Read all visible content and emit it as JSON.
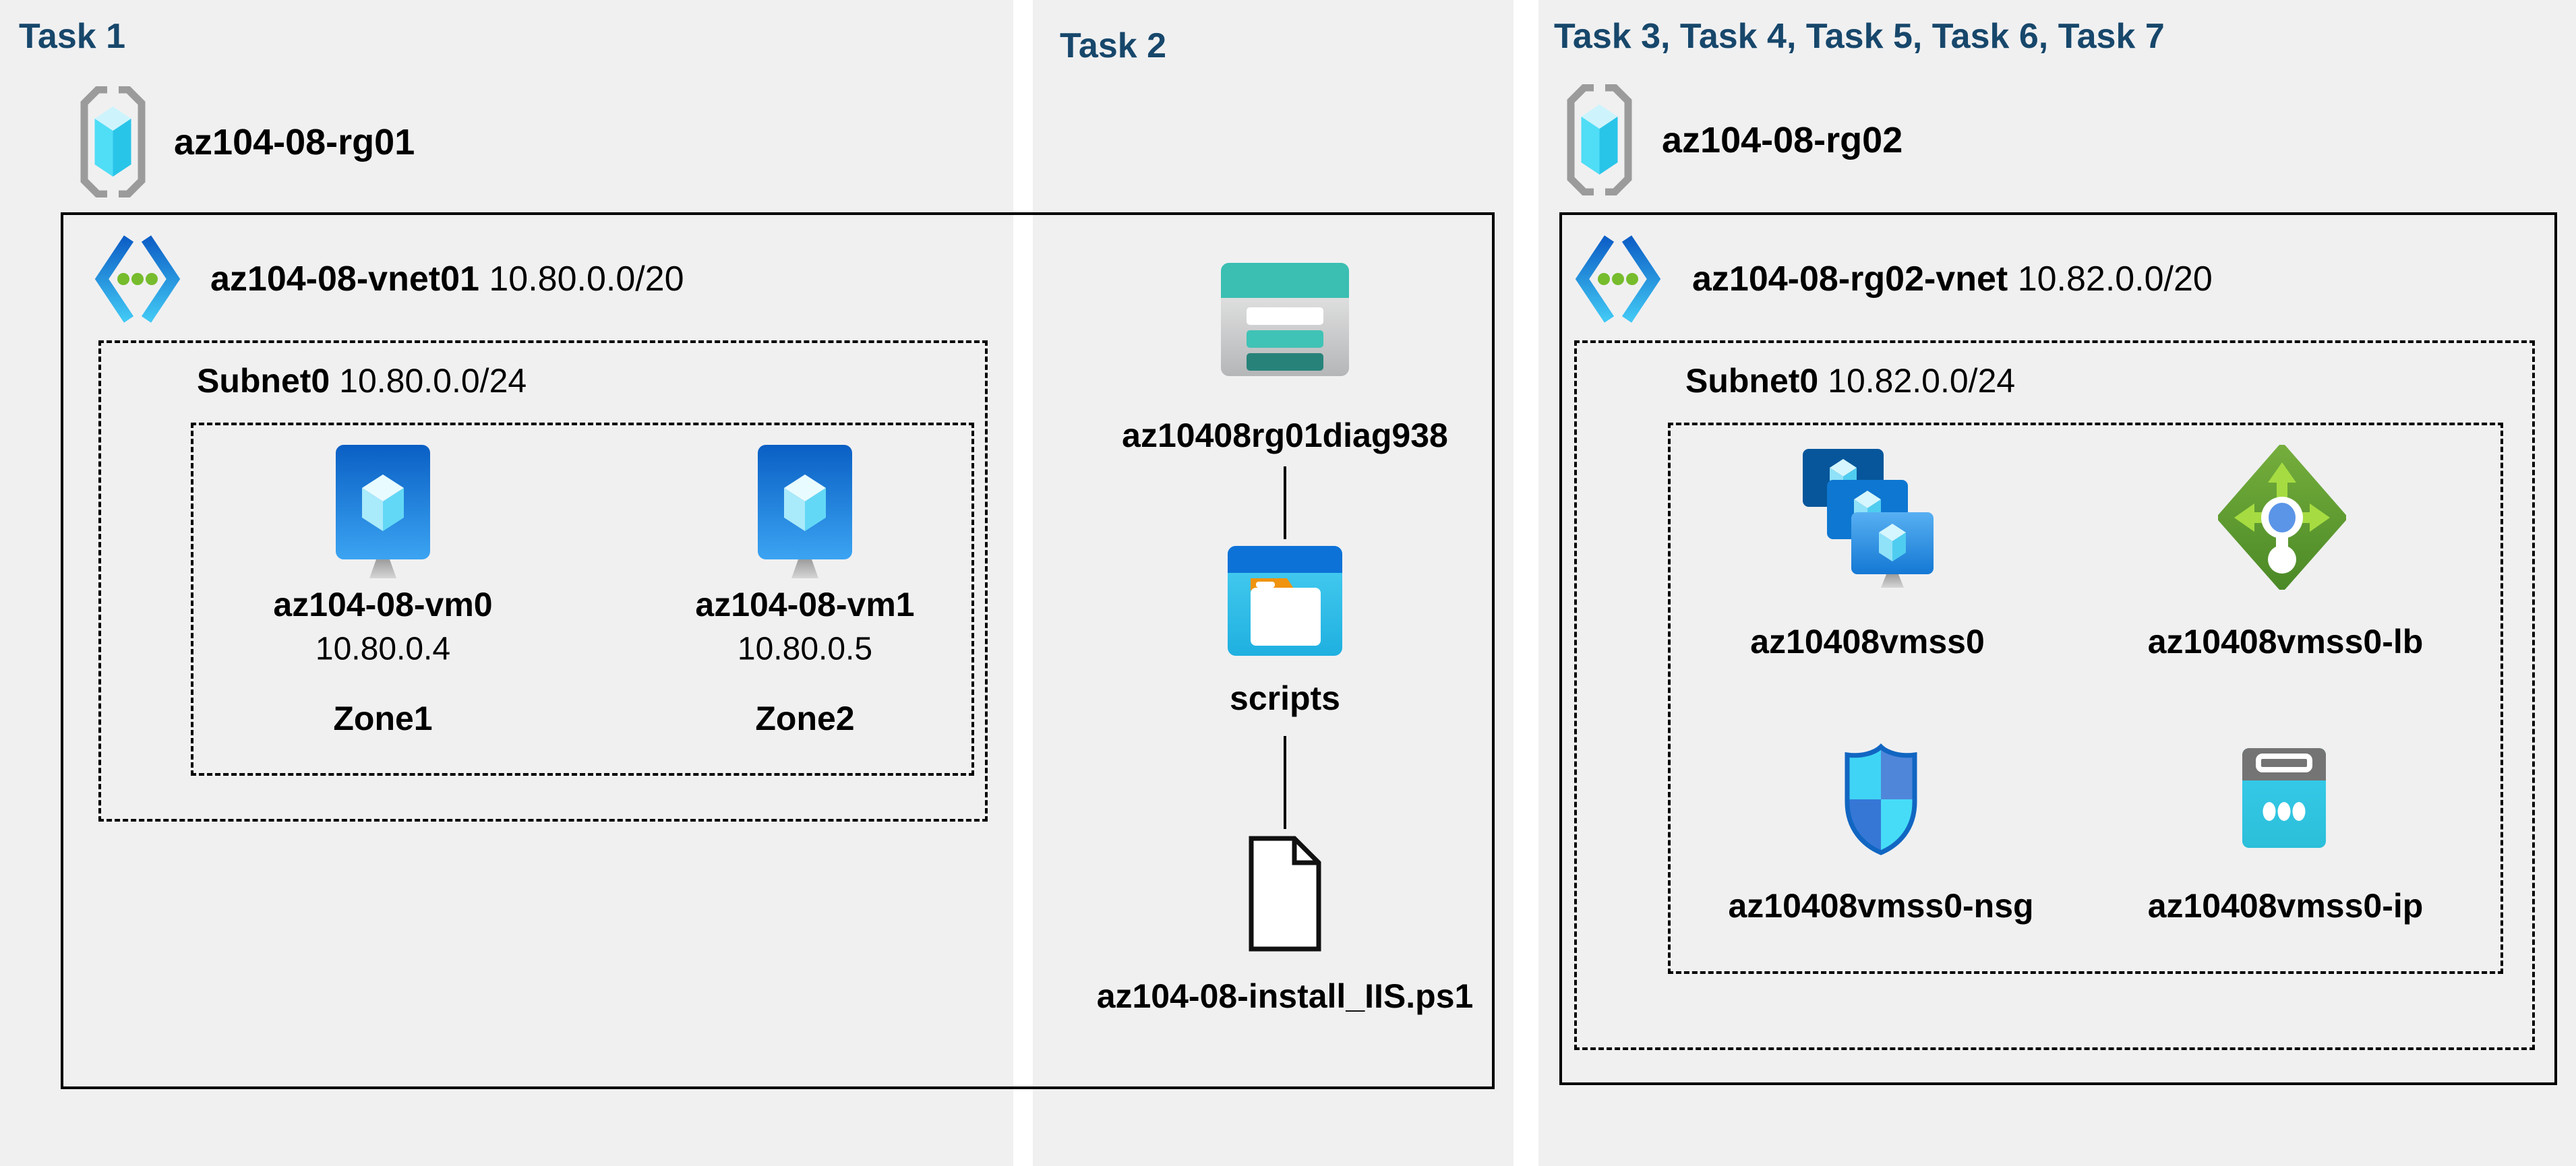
{
  "colors": {
    "canvas_bg": "#ffffff",
    "panel_bg": "#f0f0f1",
    "heading_navy": "#17476b",
    "border_black": "#000000",
    "vnet_dot_green": "#76bc2d",
    "load_balancer_green": "#5d9b2d",
    "storage_teal": "#3abfb2",
    "folder_tab_orange": "#f0930f",
    "azure_blue": "#0e77d1",
    "cyan_accent": "#35c6e8"
  },
  "panels": {
    "task1": {
      "heading": "Task 1",
      "resource_group": {
        "name": "az104-08-rg01",
        "icon": "resource-group-icon"
      },
      "vnet": {
        "name": "az104-08-vnet01",
        "cidr": "10.80.0.0/20",
        "icon": "virtual-network-icon"
      },
      "subnet": {
        "name": "Subnet0",
        "cidr": "10.80.0.0/24"
      },
      "vms": [
        {
          "name": "az104-08-vm0",
          "ip": "10.80.0.4",
          "zone": "Zone1",
          "icon": "virtual-machine-icon"
        },
        {
          "name": "az104-08-vm1",
          "ip": "10.80.0.5",
          "zone": "Zone2",
          "icon": "virtual-machine-icon"
        }
      ]
    },
    "task2": {
      "heading": "Task 2",
      "storage_account": {
        "name": "az10408rg01diag938",
        "icon": "storage-account-icon"
      },
      "container": {
        "name": "scripts",
        "icon": "blob-container-icon"
      },
      "file": {
        "name": "az104-08-install_IIS.ps1",
        "icon": "file-icon"
      }
    },
    "task3": {
      "heading": "Task 3, Task 4, Task 5, Task 6, Task 7",
      "resource_group": {
        "name": "az104-08-rg02",
        "icon": "resource-group-icon"
      },
      "vnet": {
        "name": "az104-08-rg02-vnet",
        "cidr": "10.82.0.0/20",
        "icon": "virtual-network-icon"
      },
      "subnet": {
        "name": "Subnet0",
        "cidr": "10.82.0.0/24"
      },
      "resources": [
        {
          "name": "az10408vmss0",
          "type": "vm-scale-set",
          "icon": "vmss-icon"
        },
        {
          "name": "az10408vmss0-lb",
          "type": "load-balancer",
          "icon": "load-balancer-icon"
        },
        {
          "name": "az10408vmss0-nsg",
          "type": "network-security-group",
          "icon": "nsg-icon"
        },
        {
          "name": "az10408vmss0-ip",
          "type": "public-ip",
          "icon": "public-ip-icon"
        }
      ]
    }
  }
}
